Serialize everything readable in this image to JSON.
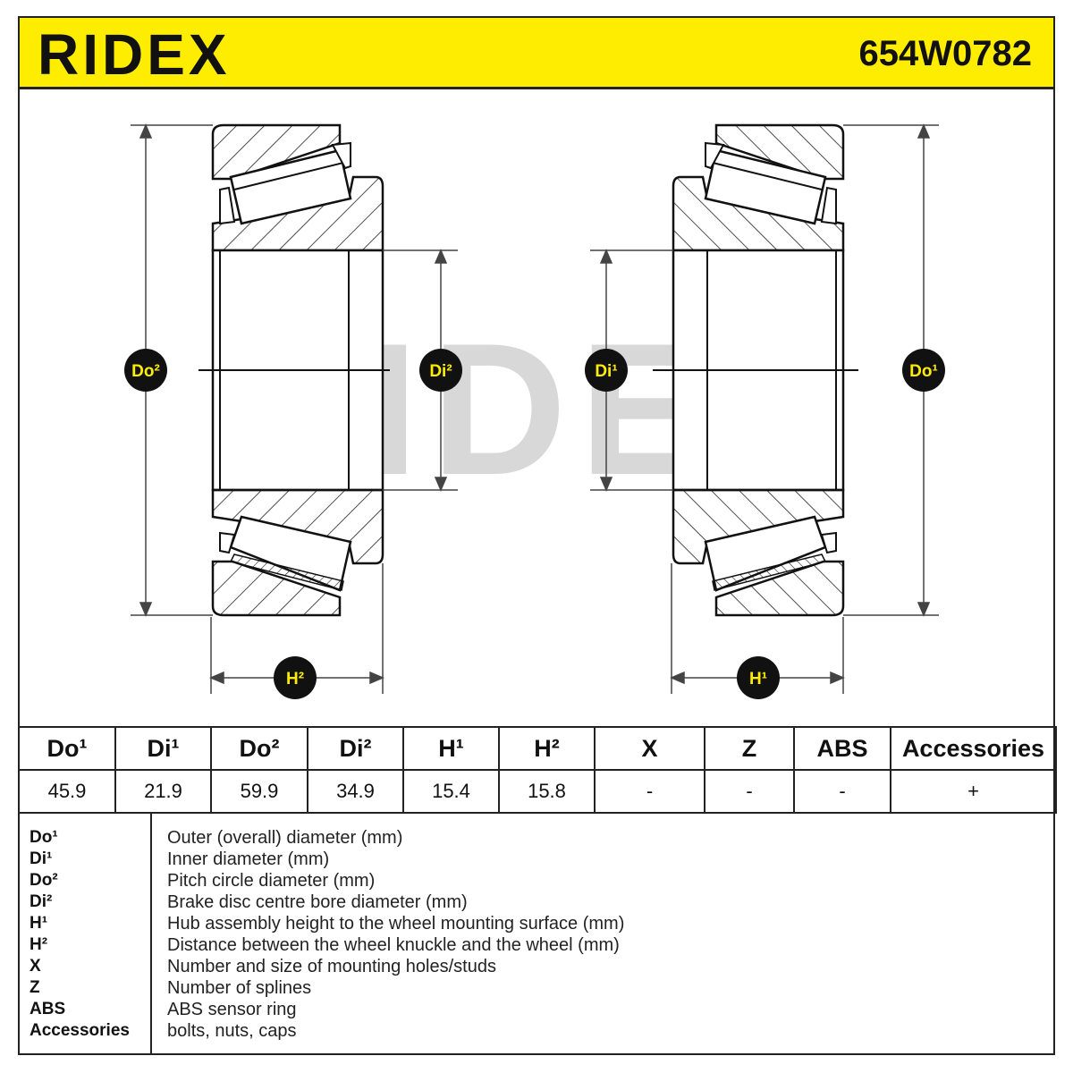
{
  "header": {
    "brand": "RIDEX",
    "part_number": "654W0782",
    "background": "#ffed00"
  },
  "drawing": {
    "watermark": "RIDEX",
    "left_labels": {
      "do": "Do²",
      "di": "Di²",
      "h": "H²"
    },
    "right_labels": {
      "do": "Do¹",
      "di": "Di¹",
      "h": "H¹"
    }
  },
  "table": {
    "headers": [
      "Do¹",
      "Di¹",
      "Do²",
      "Di²",
      "H¹",
      "H²",
      "X",
      "Z",
      "ABS",
      "Accessories"
    ],
    "values": [
      "45.9",
      "21.9",
      "59.9",
      "34.9",
      "15.4",
      "15.8",
      "-",
      "-",
      "-",
      "+"
    ]
  },
  "legend": [
    {
      "key": "Do¹",
      "desc": "Outer (overall) diameter (mm)"
    },
    {
      "key": "Di¹",
      "desc": "Inner diameter (mm)"
    },
    {
      "key": "Do²",
      "desc": "Pitch circle diameter (mm)"
    },
    {
      "key": "Di²",
      "desc": "Brake disc centre bore diameter (mm)"
    },
    {
      "key": "H¹",
      "desc": "Hub assembly height to the wheel mounting surface (mm)"
    },
    {
      "key": "H²",
      "desc": "Distance between the wheel knuckle and the wheel (mm)"
    },
    {
      "key": "X",
      "desc": "Number and size of mounting holes/studs"
    },
    {
      "key": "Z",
      "desc": "Number of splines"
    },
    {
      "key": "ABS",
      "desc": "ABS sensor ring"
    },
    {
      "key": "Accessories",
      "desc": "bolts, nuts, caps"
    }
  ]
}
